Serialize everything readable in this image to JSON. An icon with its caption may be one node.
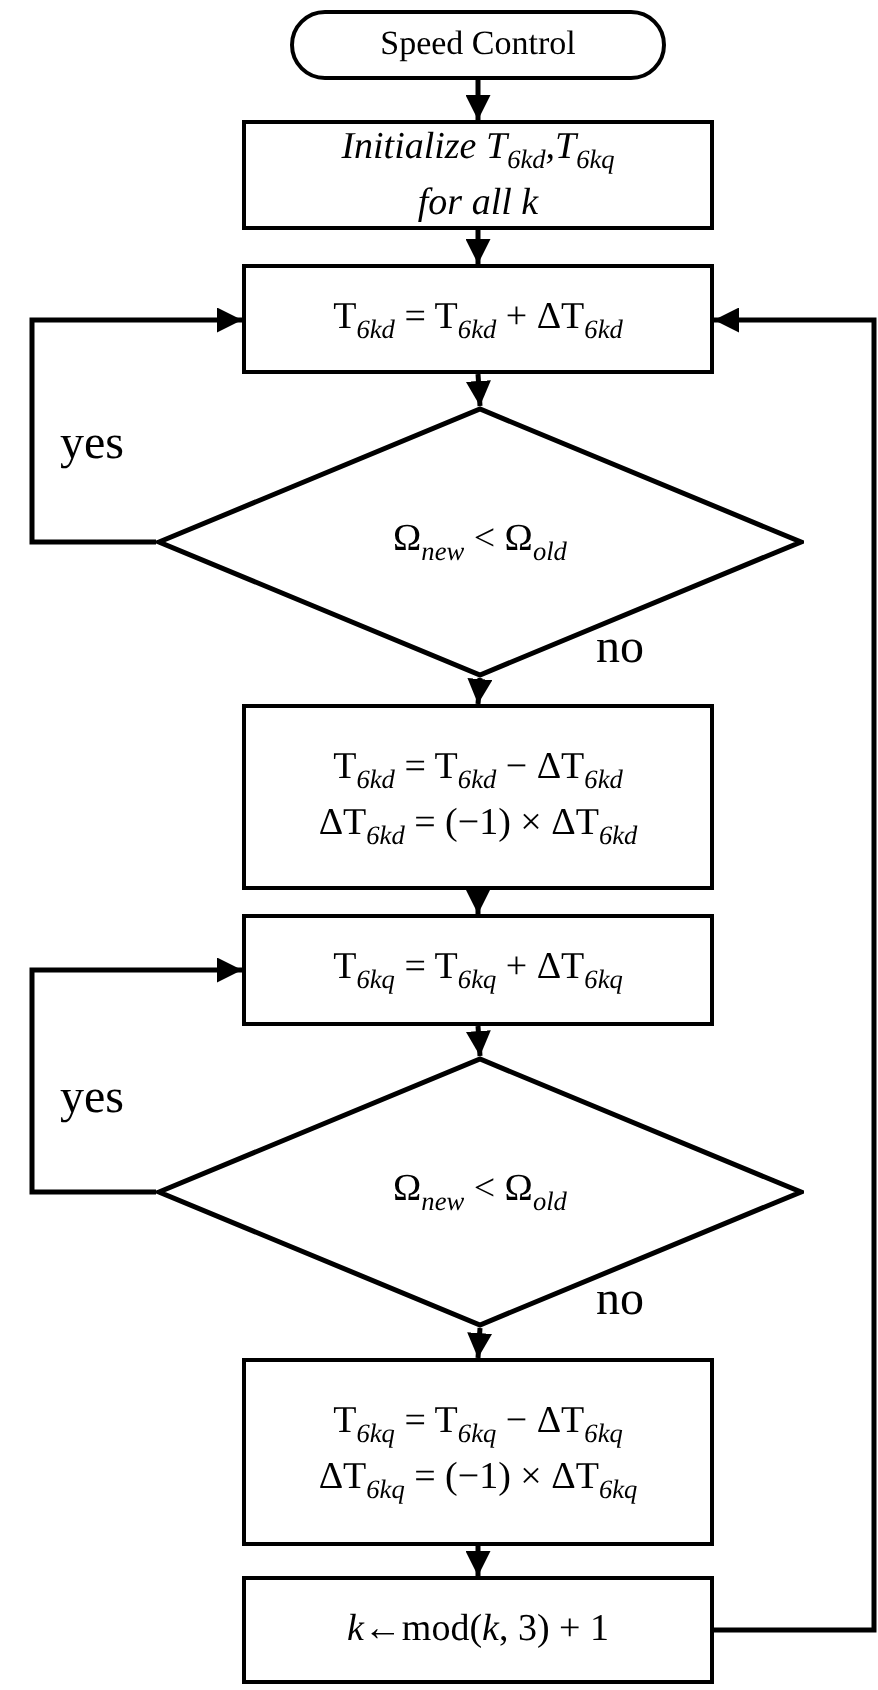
{
  "diagram": {
    "nodes": [
      {
        "text": [
          "Speed Control"
        ]
      },
      {
        "text": [
          "Initialize T$_{6kd}$,T$_{6kq}$ for all k"
        ]
      },
      {
        "text": [
          "T$_{6kd}$ = T$_{6kd}$ + ΔT$_{6kd}$"
        ]
      },
      {
        "text": [
          "Ω$_{new}$ < Ω$_{old}$"
        ]
      },
      {
        "text": [
          "T$_{6kd}$ = T$_{6kd}$ − ΔT$_{6kd}$",
          "ΔT$_{6kd}$ = (−1) × ΔT$_{6kd}$"
        ]
      },
      {
        "text": [
          "T$_{6kq}$ = T$_{6kq}$ + ΔT$_{6kq}$"
        ]
      },
      {
        "text": [
          "Ω$_{new}$ < Ω$_{old}$"
        ]
      },
      {
        "text": [
          "T$_{6kq}$ = T$_{6kq}$ − ΔT$_{6kq}$",
          "ΔT$_{6kq}$ = (−1) × ΔT$_{6kq}$"
        ]
      },
      {
        "text": [
          "*k*←mod(*k*, 3) + 1"
        ]
      }
    ],
    "edges": [
      {
        "from": 0,
        "to": 1,
        "arrow": "to"
      },
      {
        "from": 1,
        "to": 2,
        "arrow": "to"
      },
      {
        "from": 2,
        "to": 3,
        "arrow": "to"
      },
      {
        "from": 3,
        "to": 2,
        "arrow": "to",
        "label": "yes"
      },
      {
        "from": 3,
        "to": 4,
        "arrow": "to",
        "label": "no"
      },
      {
        "from": 4,
        "to": 5,
        "arrow": "to"
      },
      {
        "from": 5,
        "to": 6,
        "arrow": "to"
      },
      {
        "from": 6,
        "to": 5,
        "arrow": "to",
        "label": "yes"
      },
      {
        "from": 6,
        "to": 7,
        "arrow": "to",
        "label": "no"
      },
      {
        "from": 7,
        "to": 8,
        "arrow": "to"
      },
      {
        "from": 8,
        "to": 2,
        "arrow": "to"
      }
    ]
  }
}
